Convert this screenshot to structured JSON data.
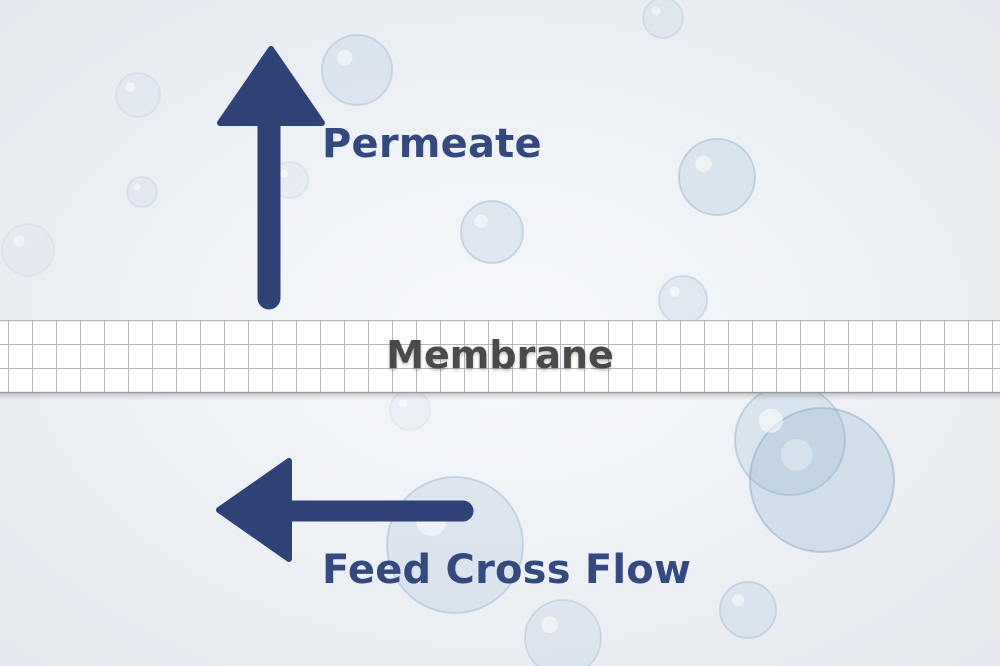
{
  "diagram": {
    "labels": {
      "permeate": "Permeate",
      "membrane": "Membrane",
      "feed_cross_flow": "Feed Cross Flow"
    },
    "colors": {
      "arrow": "#2f4275",
      "label_blue": "#34497d",
      "membrane_text": "#4a4a4a",
      "background": "#eef1f5",
      "membrane_grid": "#b4b8be",
      "membrane_band": "#ffffff",
      "bubble": "#8fb0d0"
    },
    "arrows": [
      {
        "name": "permeate-arrow",
        "direction": "up"
      },
      {
        "name": "feed-cross-flow-arrow",
        "direction": "left"
      }
    ]
  }
}
